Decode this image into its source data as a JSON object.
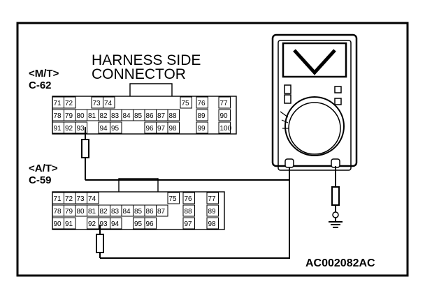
{
  "diagram": {
    "heading_line1": "HARNESS SIDE",
    "heading_line2": "CONNECTOR",
    "mt_label": "<M/T>",
    "mt_connector": "C-62",
    "at_label": "<A/T>",
    "at_connector": "C-59",
    "figure_code": "AC002082AC",
    "meter_symbol": "voltmeter-v-icon"
  },
  "mt_pins": {
    "row1": [
      "71",
      "72",
      "73",
      "74",
      "75",
      "76",
      "77"
    ],
    "row2": [
      "78",
      "79",
      "80",
      "81",
      "82",
      "83",
      "84",
      "85",
      "86",
      "87",
      "88",
      "89",
      "90"
    ],
    "row3": [
      "91",
      "92",
      "93",
      "94",
      "95",
      "96",
      "97",
      "98",
      "99",
      "100"
    ]
  },
  "at_pins": {
    "row1": [
      "71",
      "72",
      "73",
      "74",
      "75",
      "76",
      "77"
    ],
    "row2": [
      "78",
      "79",
      "80",
      "81",
      "82",
      "83",
      "84",
      "85",
      "86",
      "87",
      "88",
      "89"
    ],
    "row3": [
      "90",
      "91",
      "92",
      "93",
      "94",
      "95",
      "96",
      "97",
      "98"
    ]
  },
  "icons": {
    "ground": "ground-icon",
    "probe": "probe-icon"
  }
}
